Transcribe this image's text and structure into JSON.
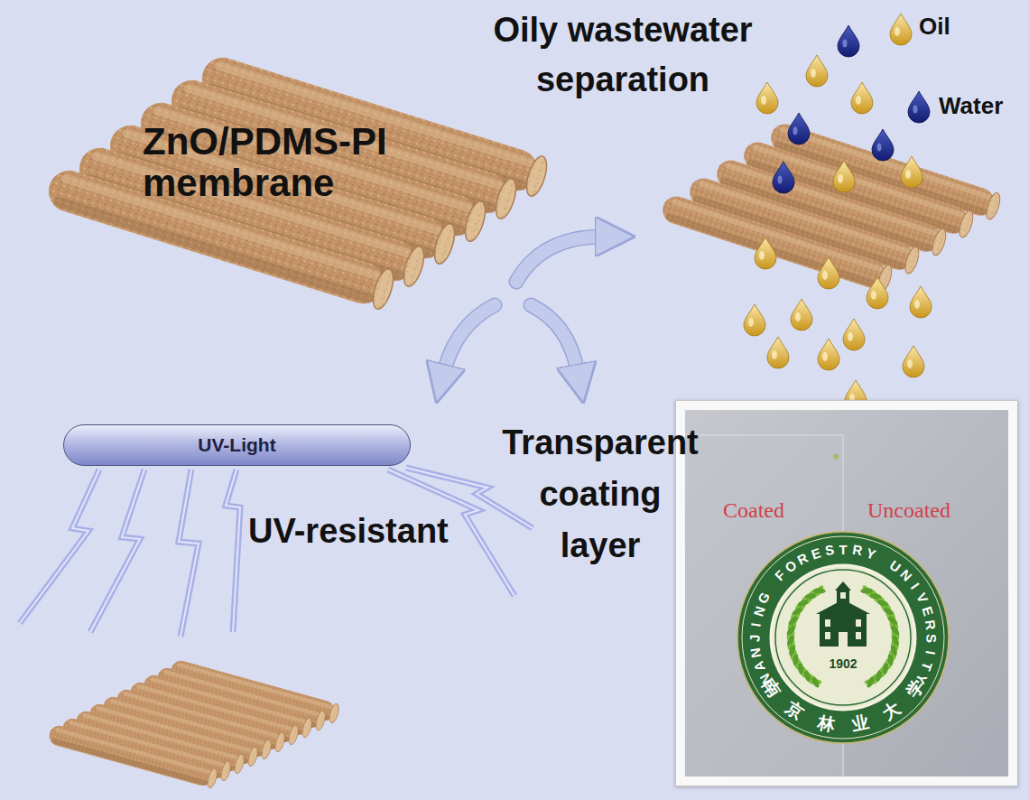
{
  "diagram": {
    "nodes": [
      {
        "text": [
          "UV-Light"
        ]
      },
      {
        "text": [
          "Coated",
          "Uncoated"
        ]
      },
      {
        "text": [
          "NANJING FORESTRY UNIVERSITY",
          "1902",
          "南京林业大学"
        ],
        "in": 1
      }
    ],
    "labels": [
      "ZnO/PDMS-PI membrane",
      "Oily wastewater separation",
      "UV-resistant",
      "Transparent coating layer"
    ],
    "legend": [
      {
        "text": "Oil"
      },
      {
        "text": "Water"
      }
    ]
  }
}
